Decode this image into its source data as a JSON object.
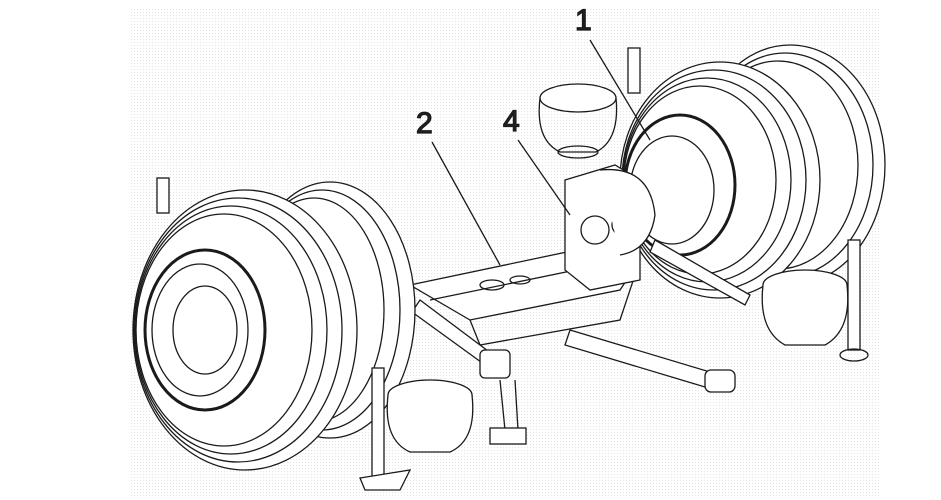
{
  "figure": {
    "callouts": [
      {
        "id": "1",
        "label": "1"
      },
      {
        "id": "2",
        "label": "2"
      },
      {
        "id": "4",
        "label": "4"
      }
    ],
    "line_color": "#1a1a1a"
  }
}
